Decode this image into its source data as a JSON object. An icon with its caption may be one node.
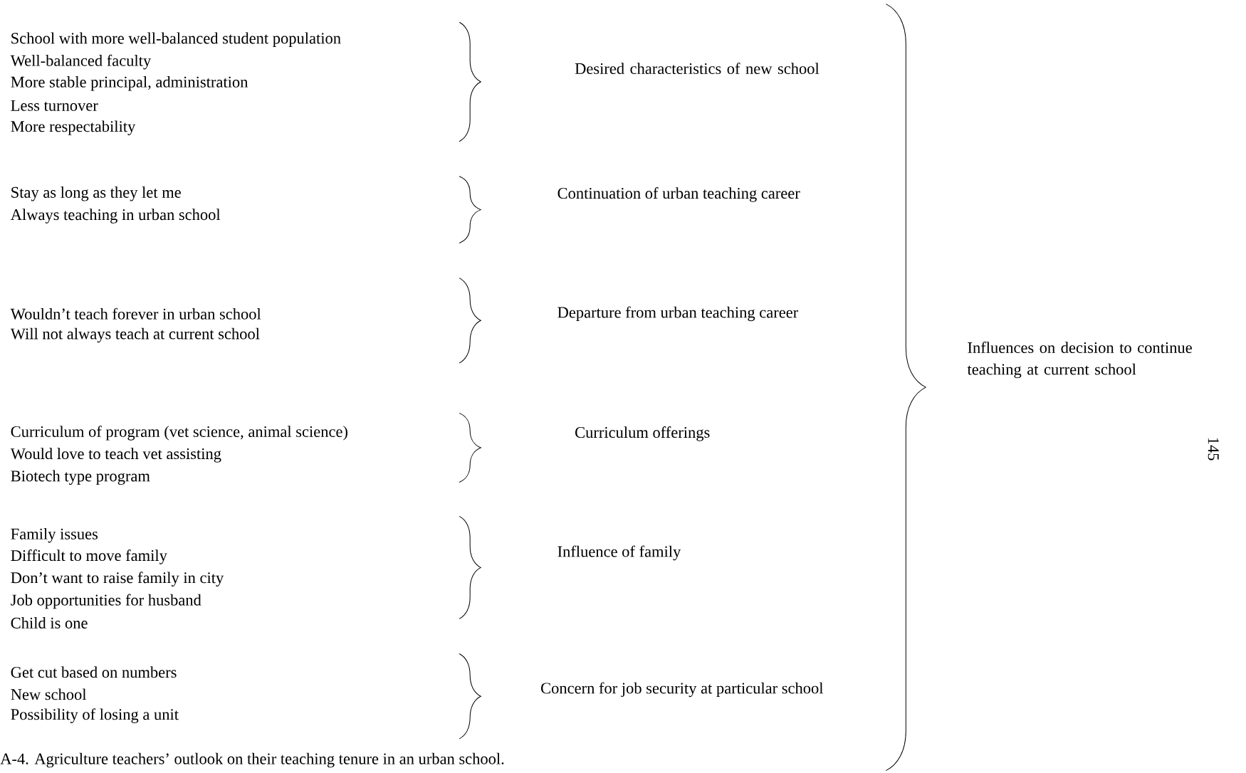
{
  "diagram": {
    "caption": "A-4. Agriculture teachers’ outlook on their teaching tenure in an urban school.",
    "labels": [
      "School with more well-balanced student population",
      "Well-balanced faculty",
      "More stable principal, administration",
      "Less turnover",
      "More respectability",
      "Desired characteristics of new school",
      "Stay as long as they let me",
      "Always teaching in urban school",
      "Continuation of urban teaching career",
      "Wouldn’t teach forever in urban school",
      "Will not always teach at current school",
      "Departure from urban teaching career",
      "Curriculum of program (vet science, animal science)",
      "Would love to teach vet assisting",
      "Biotech type program",
      "Curriculum offerings",
      "Family issues",
      "Difficult to move family",
      "Don’t want to raise family in city",
      "Job opportunities for husband",
      "Child is one",
      "Influence of family",
      "Get cut based on numbers",
      "New school",
      "Possibility of losing a unit",
      "Concern for job security at particular school",
      "Influences on decision to continue teaching at current school",
      "145"
    ]
  }
}
